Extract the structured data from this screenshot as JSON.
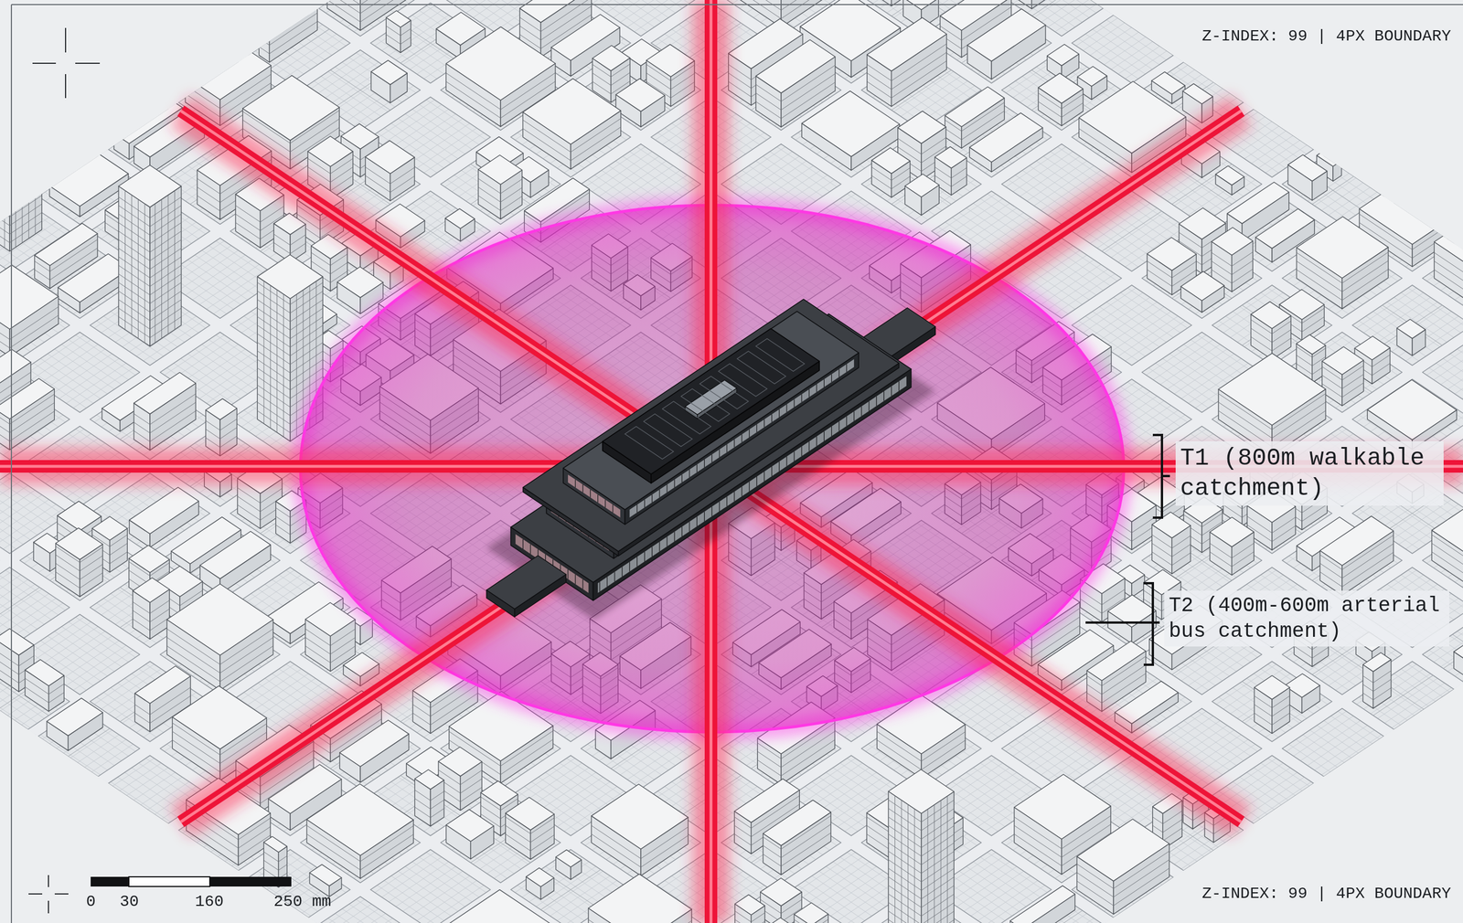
{
  "diagram": {
    "labels": [
      "Z-INDEX: 99 | 4PX BOUNDARY",
      "T1 (800m walkable catchment)",
      "T2 (400m-600m arterial bus catchment)",
      "0",
      "30",
      "160",
      "250 mm",
      "Z-INDEX: 99 | 4PX BOUNDARY"
    ]
  }
}
